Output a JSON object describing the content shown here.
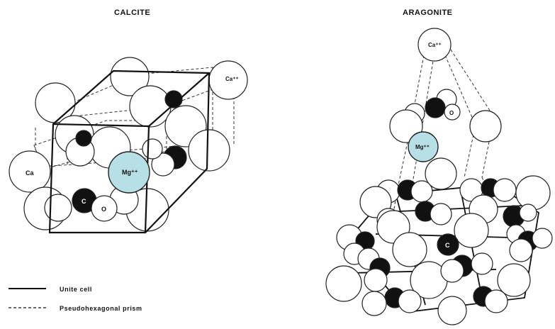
{
  "titles": {
    "calcite": "CALCITE",
    "aragonite": "ARAGONITE"
  },
  "labels": {
    "calcite_ca_top": "Ca⁺⁺",
    "calcite_ca_left": "Ca",
    "calcite_mg": "Mg⁺⁺",
    "calcite_c": "C",
    "calcite_o": "O",
    "aragonite_ca": "Ca⁺⁺",
    "aragonite_o": "O",
    "aragonite_mg": "Mg⁺⁺",
    "aragonite_c": "C"
  },
  "legend": {
    "solid": "Unite cell",
    "dashed": "Pseudohexagonal prism"
  },
  "colors": {
    "mg_fill": "#b9dfe6",
    "carbon_fill": "#111111"
  }
}
